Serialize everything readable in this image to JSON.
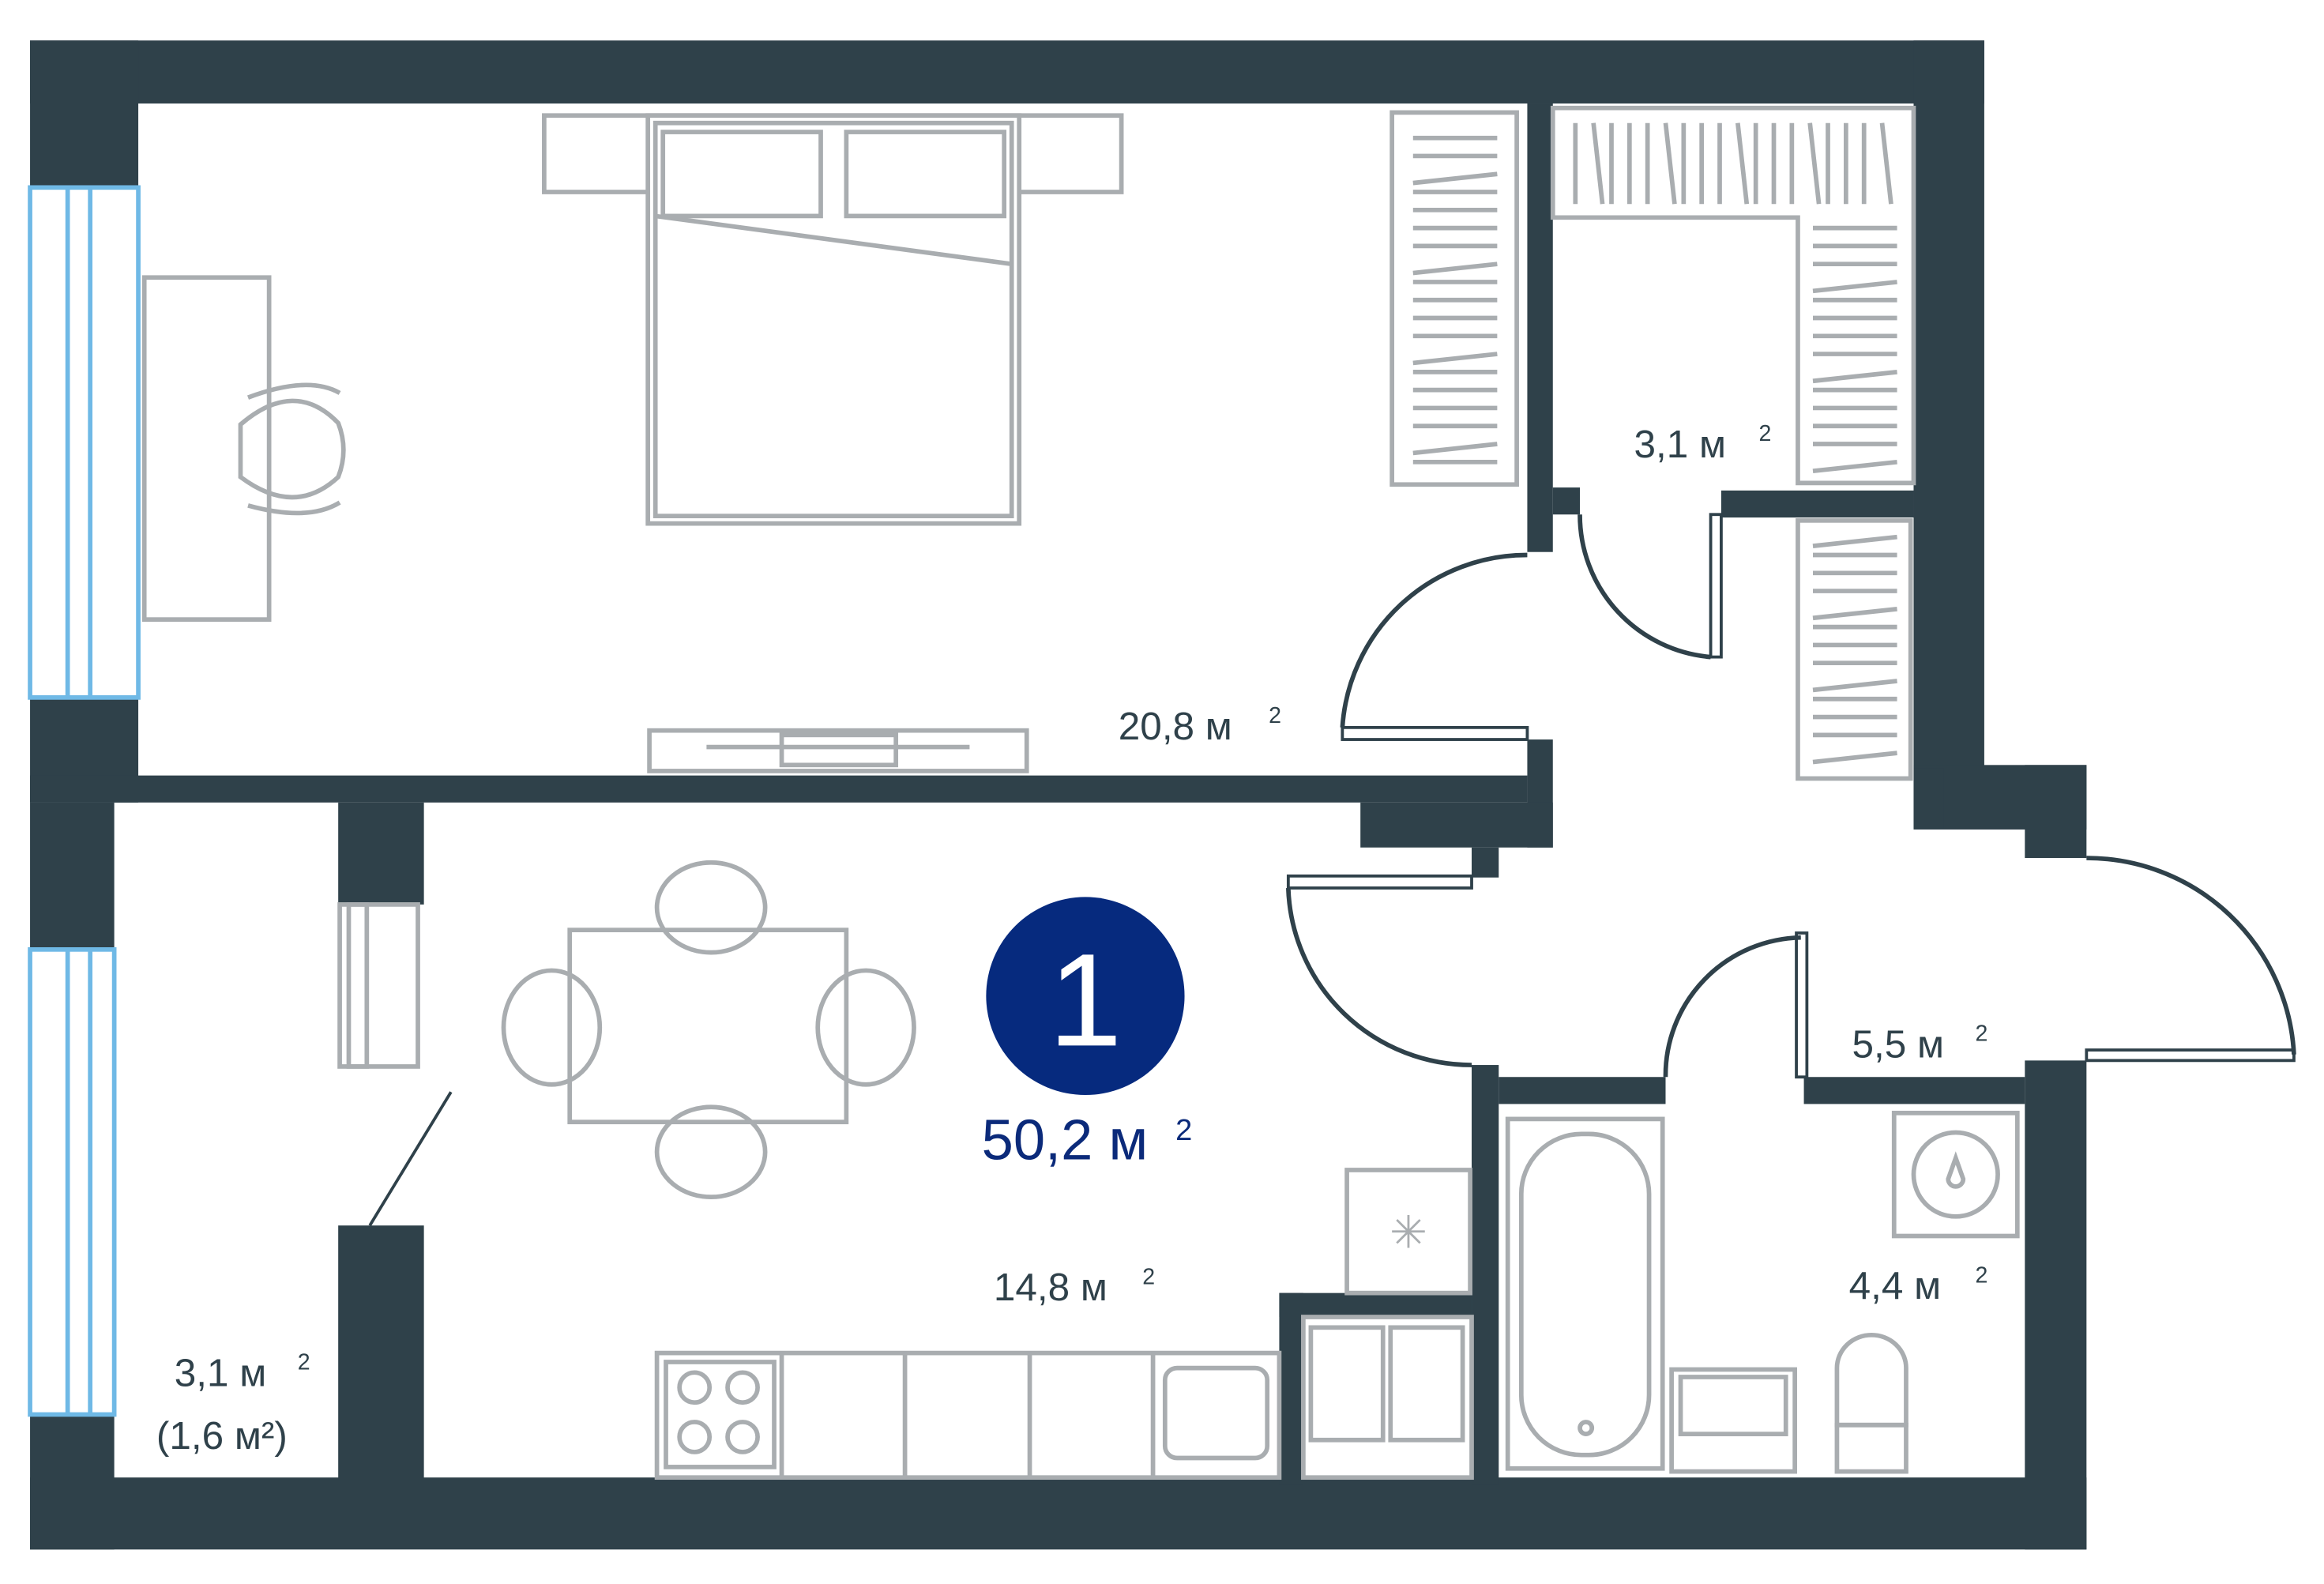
{
  "apartment": {
    "rooms_count": "1",
    "total_area": "50,2 м",
    "total_area_sup": "2"
  },
  "rooms": {
    "bedroom": {
      "area": "20,8 м",
      "sup": "2"
    },
    "wardrobe": {
      "area": "3,1 м",
      "sup": "2"
    },
    "hall": {
      "area": "5,5 м",
      "sup": "2"
    },
    "kitchen_living": {
      "area": "14,8 м",
      "sup": "2"
    },
    "bathroom": {
      "area": "4,4 м",
      "sup": "2"
    },
    "balcony": {
      "area": "3,1 м",
      "sup": "2",
      "note": "(1,6 м²)"
    }
  },
  "colors": {
    "wall": "#2f414a",
    "badge": "#062a7e",
    "badge_text": "#ffffff",
    "accent_text": "#0b2a7a",
    "furniture": "#a9adb0",
    "window": "#6fb9e6"
  },
  "icons": {
    "washer": "washing-machine-icon",
    "fridge": "snowflake-icon"
  }
}
